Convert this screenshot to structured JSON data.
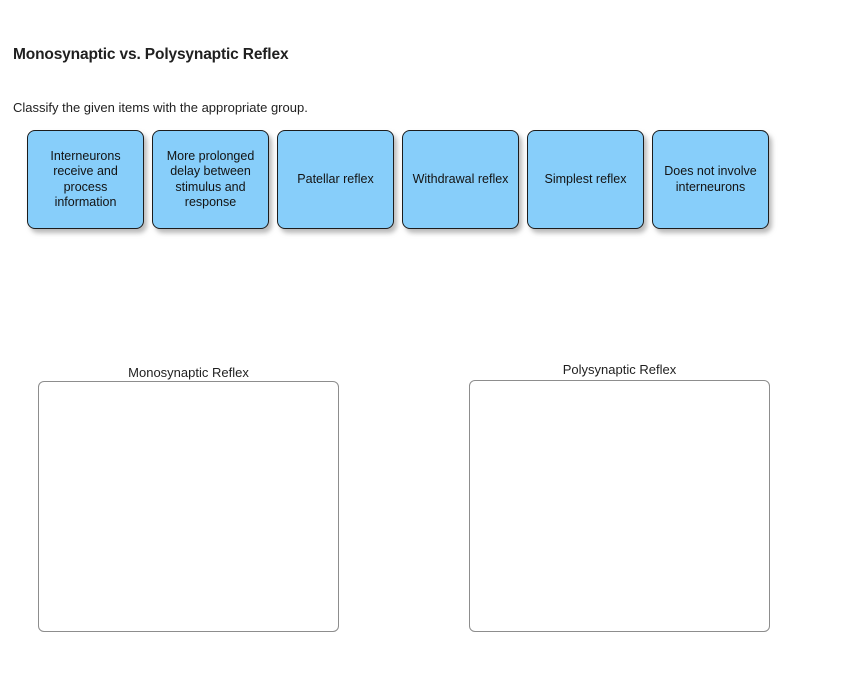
{
  "page": {
    "title": "Monosynaptic vs. Polysynaptic Reflex",
    "instruction": "Classify the given items with the appropriate group.",
    "background_color": "#ffffff"
  },
  "item_tray": {
    "card_fill_color": "#87cefa",
    "card_border_color": "#1c1c1c",
    "items": [
      {
        "label": "Interneurons receive and process information"
      },
      {
        "label": "More prolonged delay between stimulus and response"
      },
      {
        "label": "Patellar reflex"
      },
      {
        "label": "Withdrawal reflex"
      },
      {
        "label": "Simplest reflex"
      },
      {
        "label": "Does not involve interneurons"
      }
    ]
  },
  "dropzones": [
    {
      "label": "Monosynaptic Reflex",
      "items": []
    },
    {
      "label": "Polysynaptic Reflex",
      "items": []
    }
  ]
}
